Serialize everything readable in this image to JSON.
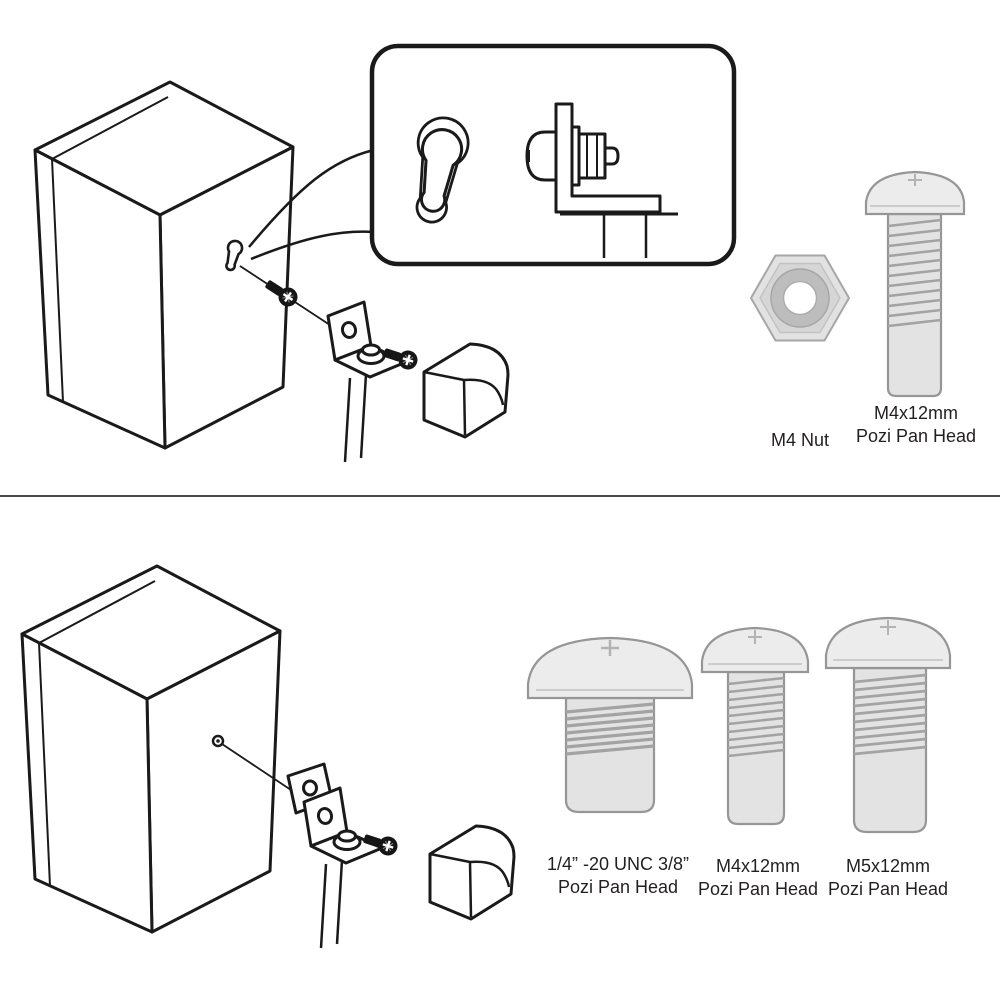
{
  "top_section": {
    "nut_label": "M4 Nut",
    "screw": {
      "size": "M4x12mm",
      "type": "Pozi Pan Head"
    }
  },
  "bottom_section": {
    "screws": [
      {
        "size": "1/4” -20 UNC 3/8”",
        "type": "Pozi Pan Head"
      },
      {
        "size": "M4x12mm",
        "type": "Pozi Pan Head"
      },
      {
        "size": "M5x12mm",
        "type": "Pozi Pan Head"
      }
    ]
  },
  "illustrations": {
    "top": [
      "speaker-cabinet-with-keyhole",
      "keyhole-bracket-detail-callout",
      "m4-hex-nut",
      "m4x12-pozi-pan-head-screw"
    ],
    "bottom": [
      "speaker-cabinet-with-threaded-insert",
      "quarter-inch-unc-screw",
      "m4x12-screw",
      "m5x12-screw"
    ]
  },
  "colors": {
    "line": "#1a1a1a",
    "metal_light": "#ececec",
    "metal_mid": "#bdbdbd",
    "divider": "#4a4a4a"
  }
}
